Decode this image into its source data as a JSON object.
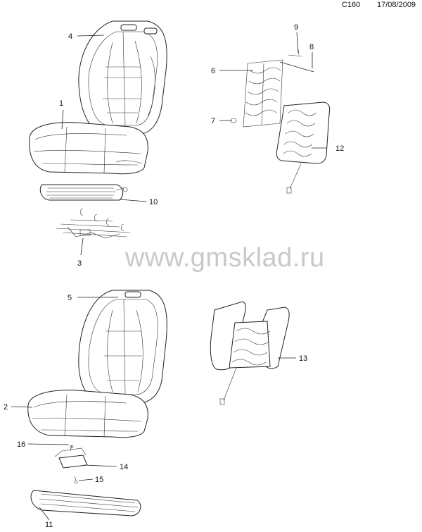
{
  "header": {
    "code": "C160",
    "date": "17/08/2009"
  },
  "watermark": "www.gmsklad.ru",
  "callouts": {
    "c1": "1",
    "c2": "2",
    "c3": "3",
    "c4": "4",
    "c5": "5",
    "c6": "6",
    "c7": "7",
    "c8": "8",
    "c9": "9",
    "c10": "10",
    "c11": "11",
    "c12": "12",
    "c13": "13",
    "c14": "14",
    "c15": "15",
    "c16": "16"
  }
}
